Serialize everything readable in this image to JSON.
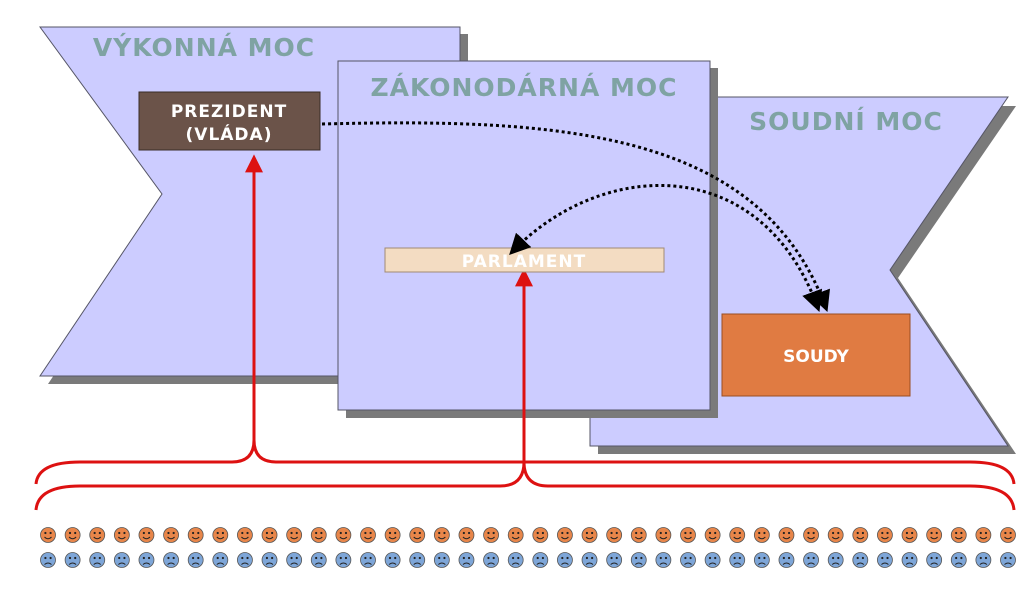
{
  "diagram": {
    "colors": {
      "panel_fill": "#ccccff",
      "panel_stroke": "#555566",
      "panel_shadow": "#7a7a7a",
      "title_text": "#7fa3a3",
      "president_fill": "#6b5349",
      "parliament_fill": "#f3dcc2",
      "courts_fill": "#e07b42",
      "arrow_red": "#dd1111",
      "dotted_arrow": "#000000",
      "citizen_happy": "#e8864a",
      "citizen_sad": "#7ea6d8"
    },
    "branches": {
      "executive": {
        "title": "VÝKONNÁ MOC"
      },
      "legislative": {
        "title": "ZÁKONODÁRNÁ MOC"
      },
      "judicial": {
        "title": "SOUDNÍ MOC"
      }
    },
    "nodes": {
      "president": {
        "line1": "PREZIDENT",
        "line2": "(VLÁDA)"
      },
      "parliament": {
        "label": "PARLAMENT"
      },
      "courts": {
        "label": "SOUDY"
      }
    },
    "citizens": {
      "happy_count": 40,
      "sad_count": 40
    }
  }
}
